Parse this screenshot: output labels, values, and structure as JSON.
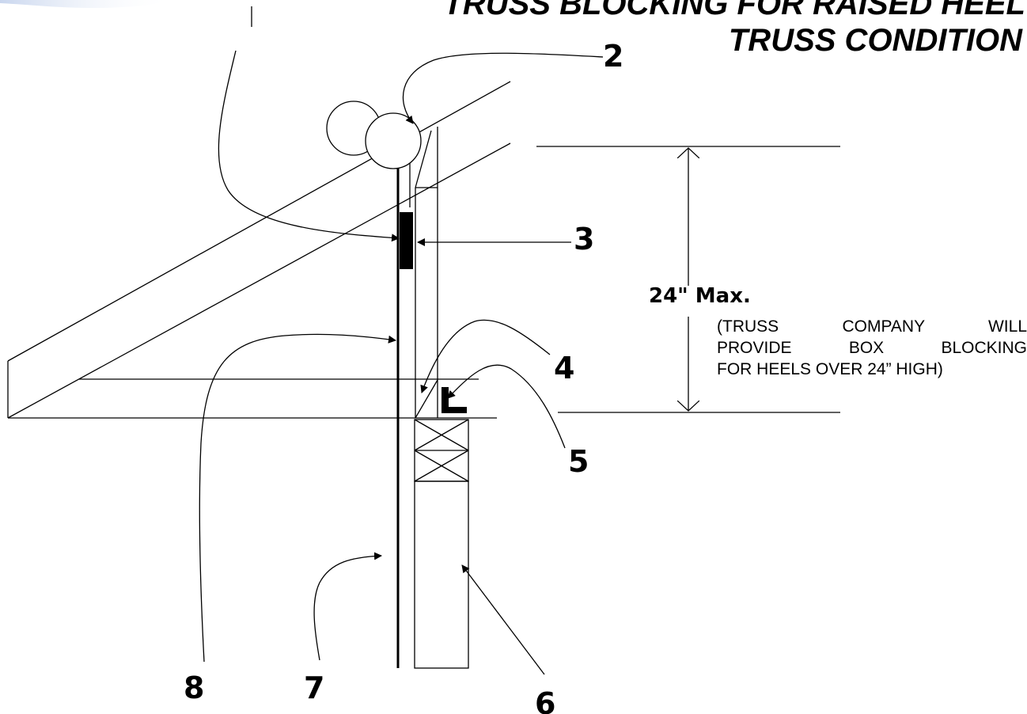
{
  "diagram": {
    "title_line1": "TRUSS BLOCKING FOR RAISED HEEL",
    "title_line2": "TRUSS CONDITION",
    "callouts": {
      "c2": "2",
      "c3": "3",
      "c4": "4",
      "c5": "5",
      "c6": "6",
      "c7": "7",
      "c8": "8"
    },
    "dimension_label": "24\" Max.",
    "note_lines": [
      "(TRUSS COMPANY WILL",
      "PROVIDE BOX BLOCKING",
      "FOR HEELS OVER 24” HIGH)"
    ]
  }
}
